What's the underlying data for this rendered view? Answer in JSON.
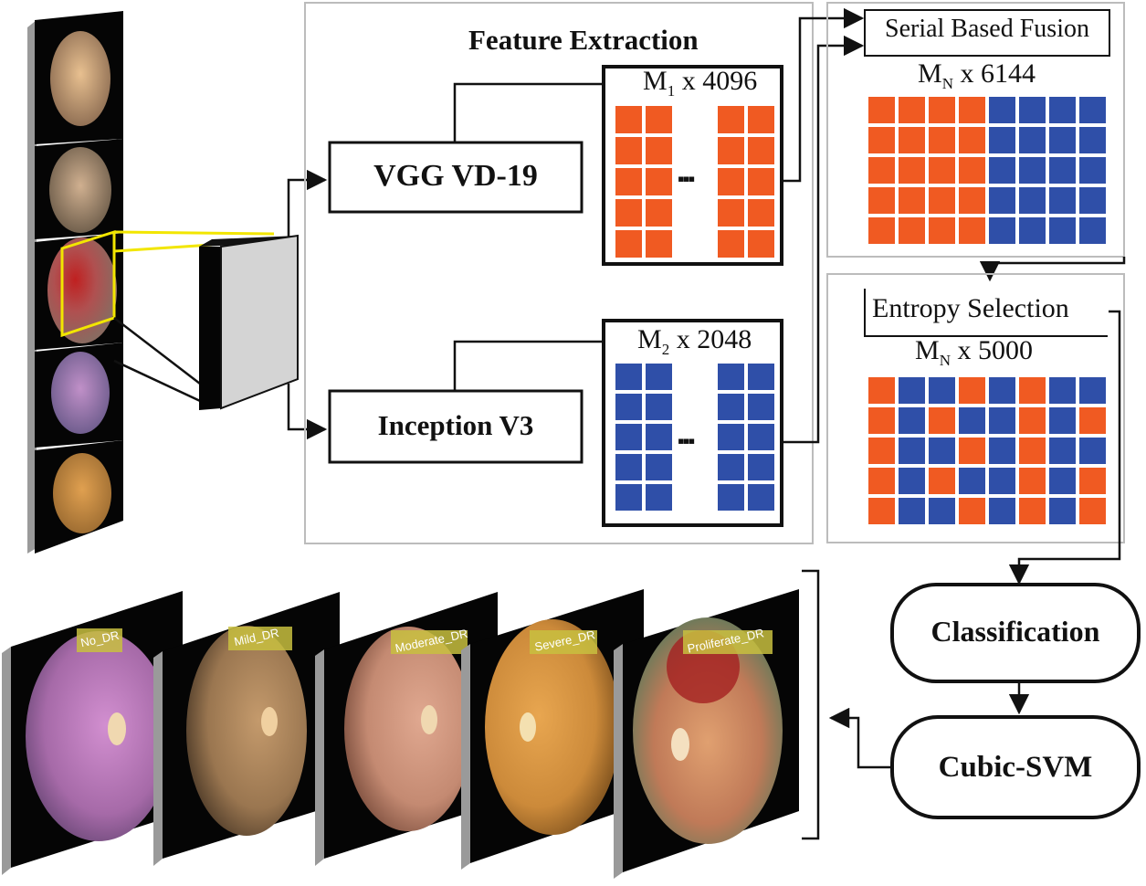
{
  "feature_extraction": {
    "title": "Feature Extraction"
  },
  "models": {
    "vgg": "VGG VD-19",
    "inception": "Inception V3"
  },
  "features": {
    "vgg": {
      "base": "M",
      "sub": "1",
      "rest": " x 4096",
      "color": "#f05a22"
    },
    "inception": {
      "base": "M",
      "sub": "2",
      "rest": " x 2048",
      "color": "#2f4fa8"
    },
    "ellipsis": "▪▪▪"
  },
  "fusion": {
    "title": "Serial Based Fusion",
    "base": "M",
    "sub": "N",
    "rest": " x 6144",
    "pattern": [
      "OOOOBBBB",
      "OOOOBBBB",
      "OOOOBBBB",
      "OOOOBBBB",
      "OOOOBBBB"
    ]
  },
  "selection": {
    "title": "Entropy Selection",
    "base": "M",
    "sub": "N",
    "rest": " x 5000",
    "pattern": [
      "OBBOBOBB",
      "OBOBBOBO",
      "OBBOBOBB",
      "OBOBBOBO",
      "OBBOBOBO"
    ]
  },
  "classification": {
    "label": "Classification"
  },
  "classifier": {
    "label": "Cubic-SVM"
  },
  "grades": [
    "No_DR",
    "Mild_DR",
    "Moderate_DR",
    "Severe_DR",
    "Proliferate_DR"
  ],
  "colors": {
    "orange": "#f05a22",
    "blue": "#2f4fa8",
    "highlight": "#f2e600"
  }
}
